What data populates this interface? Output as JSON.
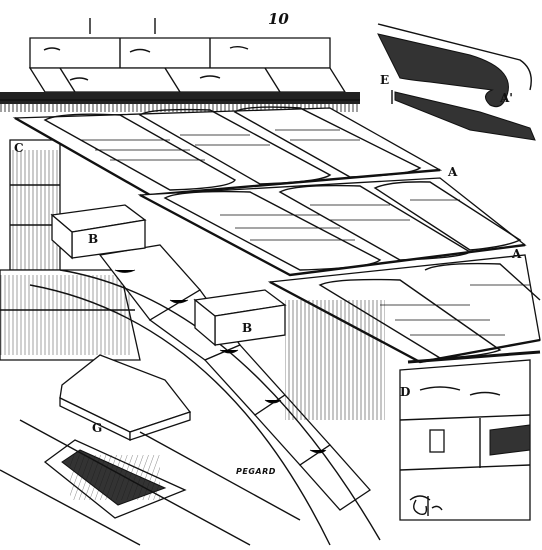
{
  "figure": {
    "number": "10",
    "signature": "PEGARD"
  },
  "labels": {
    "c": "C",
    "a_top": "A",
    "a_mid": "A",
    "b_left": "B",
    "b_center": "B",
    "d": "D",
    "e": "E",
    "a_prime": "A'",
    "g": "G"
  },
  "colors": {
    "ink": "#111111",
    "paper": "#ffffff",
    "shade": "#333333"
  }
}
